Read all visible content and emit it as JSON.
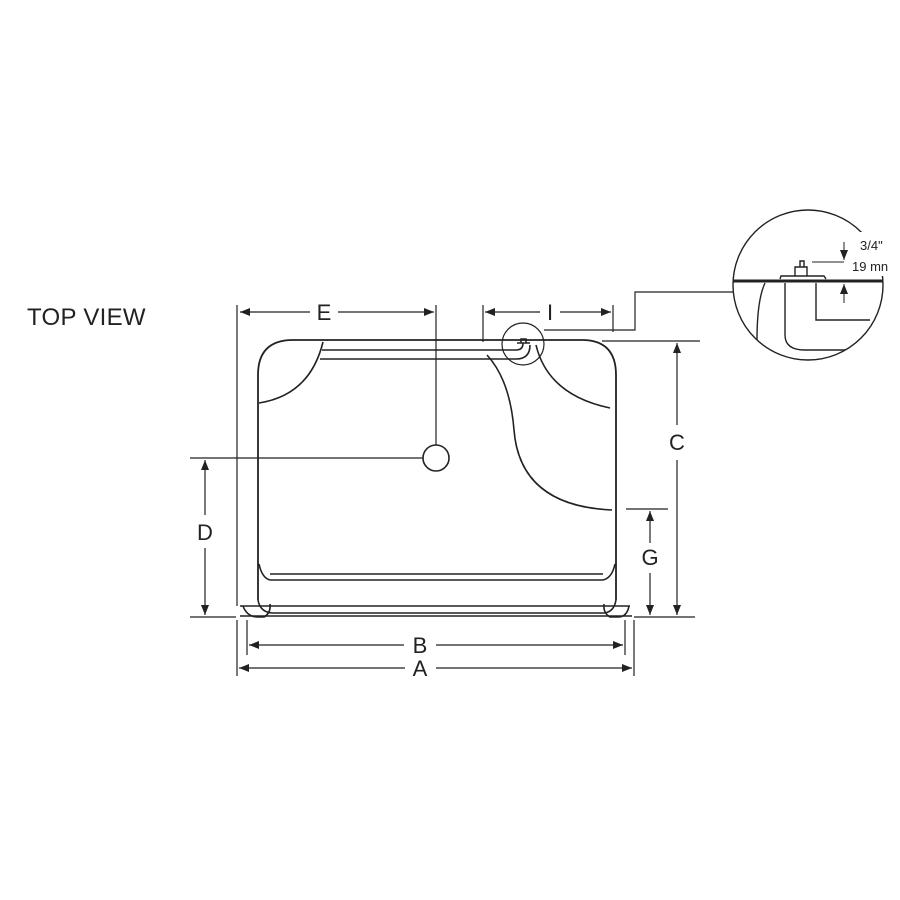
{
  "view": {
    "title": "TOP VIEW"
  },
  "dimensions": {
    "A": "A",
    "B": "B",
    "C": "C",
    "D": "D",
    "E": "E",
    "G": "G",
    "I": "I"
  },
  "detail": {
    "imperial": "3/4\"",
    "metric": "19 mn"
  },
  "colors": {
    "line": "#222222",
    "background": "#ffffff"
  }
}
